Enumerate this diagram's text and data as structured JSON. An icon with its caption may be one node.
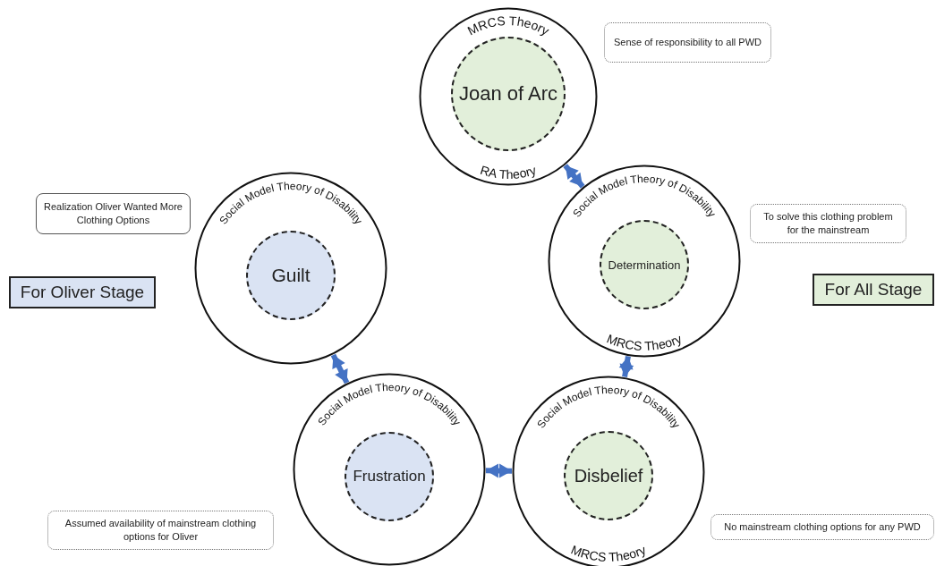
{
  "diagram": {
    "nodes": [
      {
        "text": [
          "MRCS Theory",
          "RA Theory"
        ]
      },
      {
        "text": [
          "Joan of Arc"
        ],
        "in": 0
      },
      {
        "text": [
          "Sense of responsibility to all PWD"
        ]
      },
      {
        "text": [
          "Realization Oliver Wanted More Clothing Options"
        ]
      },
      {
        "text": [
          "Social Model Theory of Disability"
        ]
      },
      {
        "text": [
          "Guilt"
        ],
        "in": 4
      },
      {
        "text": [
          "Social Model Theory of Disability",
          "MRCS Theory"
        ]
      },
      {
        "text": [
          "Determination"
        ],
        "in": 6
      },
      {
        "text": [
          "To solve this clothing problem for the mainstream"
        ]
      },
      {
        "text": [
          "For Oliver Stage"
        ]
      },
      {
        "text": [
          "For All Stage"
        ]
      },
      {
        "text": [
          "Social Model Theory of Disability"
        ]
      },
      {
        "text": [
          "Frustration"
        ],
        "in": 11
      },
      {
        "text": [
          "Social Model Theory of Disability",
          "MRCS Theory"
        ]
      },
      {
        "text": [
          "Disbelief"
        ],
        "in": 13
      },
      {
        "text": [
          "Assumed availability of mainstream clothing options for Oliver"
        ]
      },
      {
        "text": [
          "No mainstream clothing options for any PWD"
        ]
      }
    ],
    "edges": [
      {
        "from": 0,
        "to": 6,
        "arrow": "both"
      },
      {
        "from": 4,
        "to": 11,
        "arrow": "both"
      },
      {
        "from": 11,
        "to": 13,
        "arrow": "both"
      },
      {
        "from": 13,
        "to": 6,
        "arrow": "both"
      }
    ]
  }
}
